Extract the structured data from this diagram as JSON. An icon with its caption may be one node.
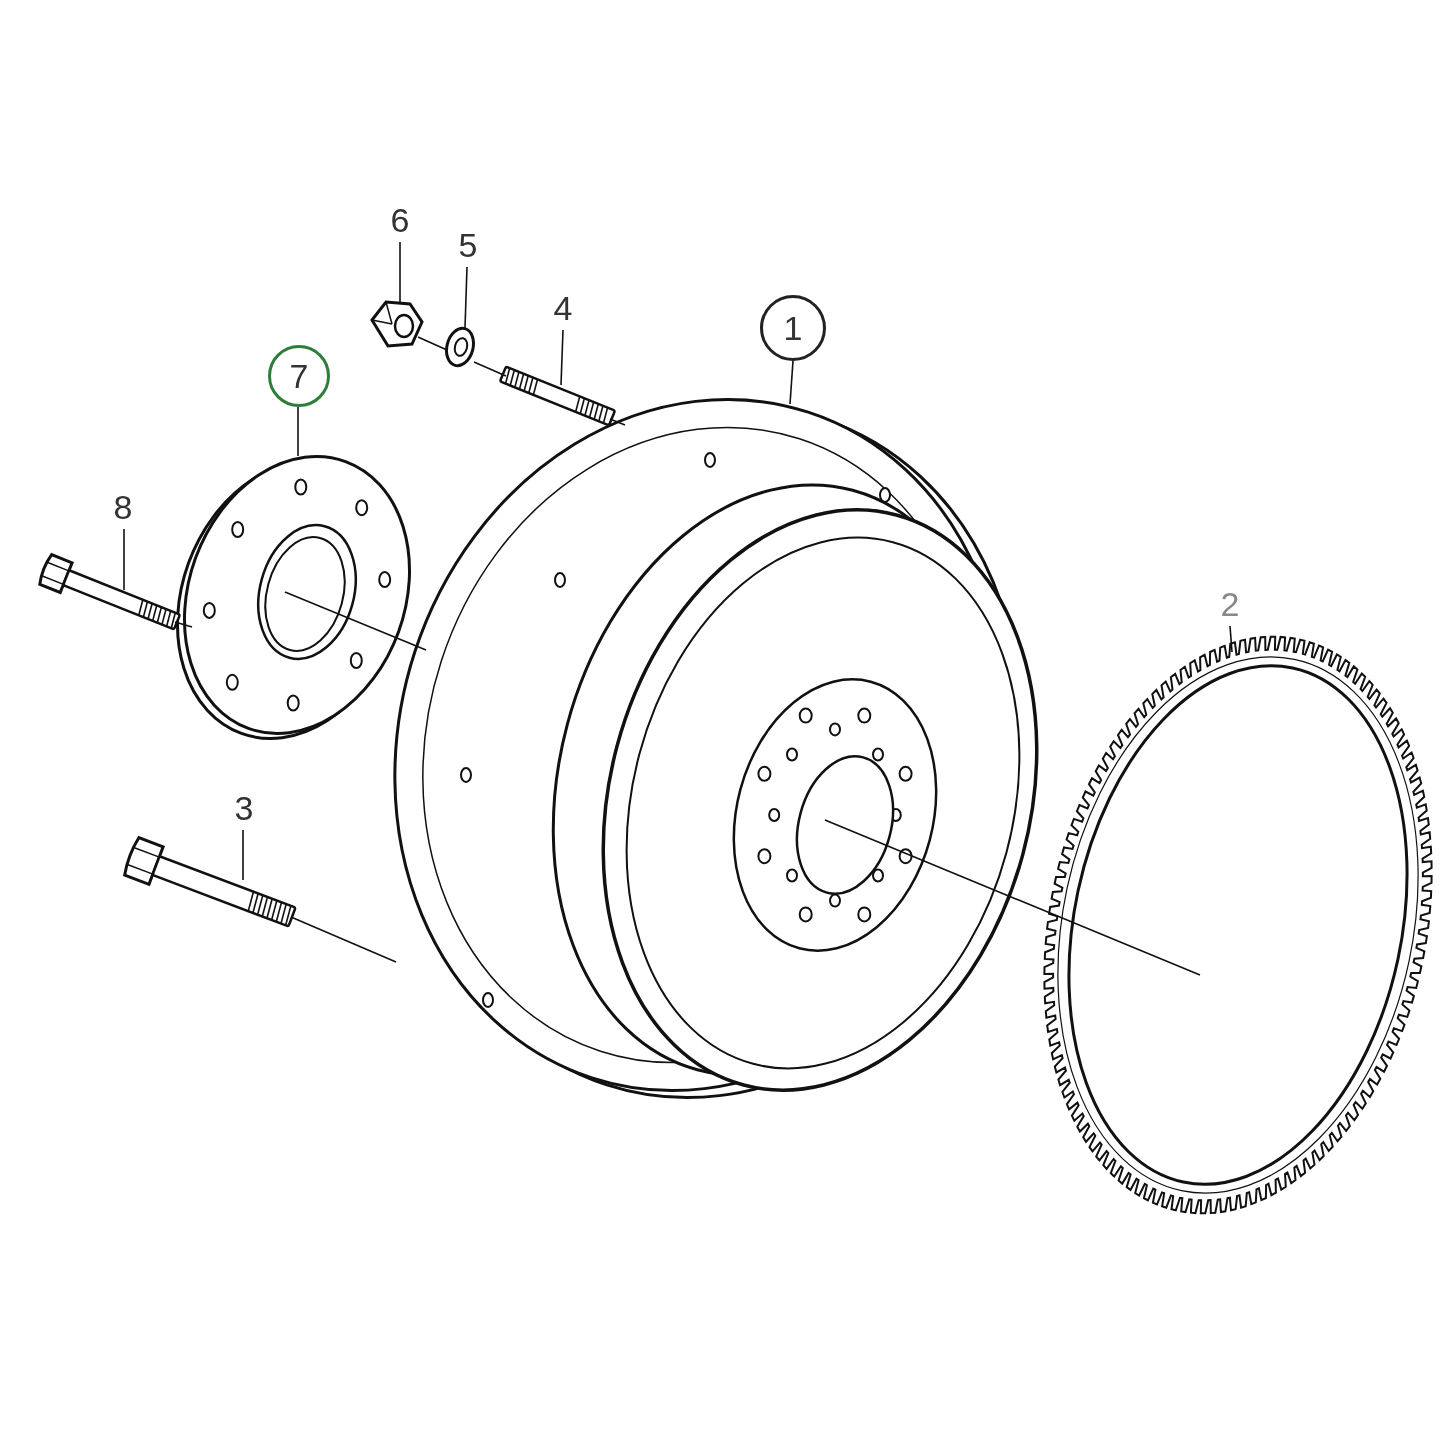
{
  "diagram": {
    "nodes": [
      {
        "text": [
          "1"
        ]
      },
      {
        "text": [],
        "shape": "picture"
      },
      {
        "text": [
          "2"
        ]
      },
      {
        "text": [],
        "shape": "picture"
      },
      {
        "text": [
          "3"
        ]
      },
      {
        "text": [],
        "shape": "picture"
      },
      {
        "text": [
          "4"
        ]
      },
      {
        "text": [],
        "shape": "picture"
      },
      {
        "text": [
          "5"
        ]
      },
      {
        "text": [],
        "shape": "picture"
      },
      {
        "text": [
          "6"
        ]
      },
      {
        "text": [],
        "shape": "picture"
      },
      {
        "text": [
          "7"
        ]
      },
      {
        "text": [],
        "shape": "picture"
      },
      {
        "text": [
          "8"
        ]
      },
      {
        "text": [],
        "shape": "picture"
      }
    ],
    "edges": [
      {
        "from": 0,
        "to": 1,
        "arrow": "none"
      },
      {
        "from": 2,
        "to": 3,
        "arrow": "none"
      },
      {
        "from": 4,
        "to": 5,
        "arrow": "none"
      },
      {
        "from": 6,
        "to": 7,
        "arrow": "none"
      },
      {
        "from": 8,
        "to": 9,
        "arrow": "none"
      },
      {
        "from": 10,
        "to": 11,
        "arrow": "none"
      },
      {
        "from": 12,
        "to": 13,
        "arrow": "none"
      },
      {
        "from": 14,
        "to": 15,
        "arrow": "none"
      },
      {
        "from": 11,
        "to": 9,
        "arrow": "none"
      },
      {
        "from": 9,
        "to": 7,
        "arrow": "none"
      },
      {
        "from": 7,
        "to": 1,
        "arrow": "none"
      },
      {
        "from": 15,
        "to": 13,
        "arrow": "none"
      },
      {
        "from": 13,
        "to": 1,
        "arrow": "none"
      },
      {
        "from": 5,
        "to": 1,
        "arrow": "none"
      },
      {
        "from": 1,
        "to": 3,
        "arrow": "none"
      }
    ]
  }
}
